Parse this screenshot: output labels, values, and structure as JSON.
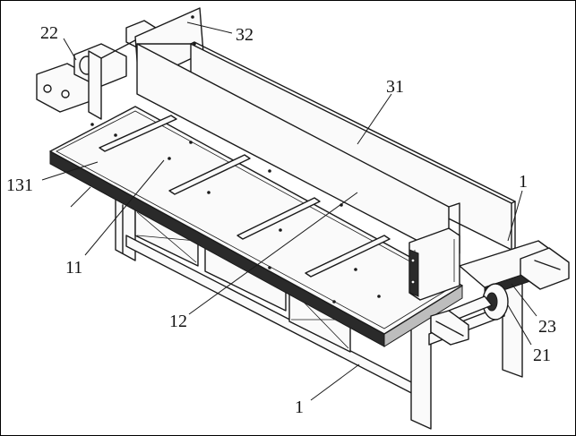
{
  "labels": {
    "l22": "22",
    "l32": "32",
    "l31": "31",
    "l1_right": "1",
    "l131": "131",
    "l11": "11",
    "l12": "12",
    "l23": "23",
    "l21": "21",
    "l1_bottom": "1"
  }
}
